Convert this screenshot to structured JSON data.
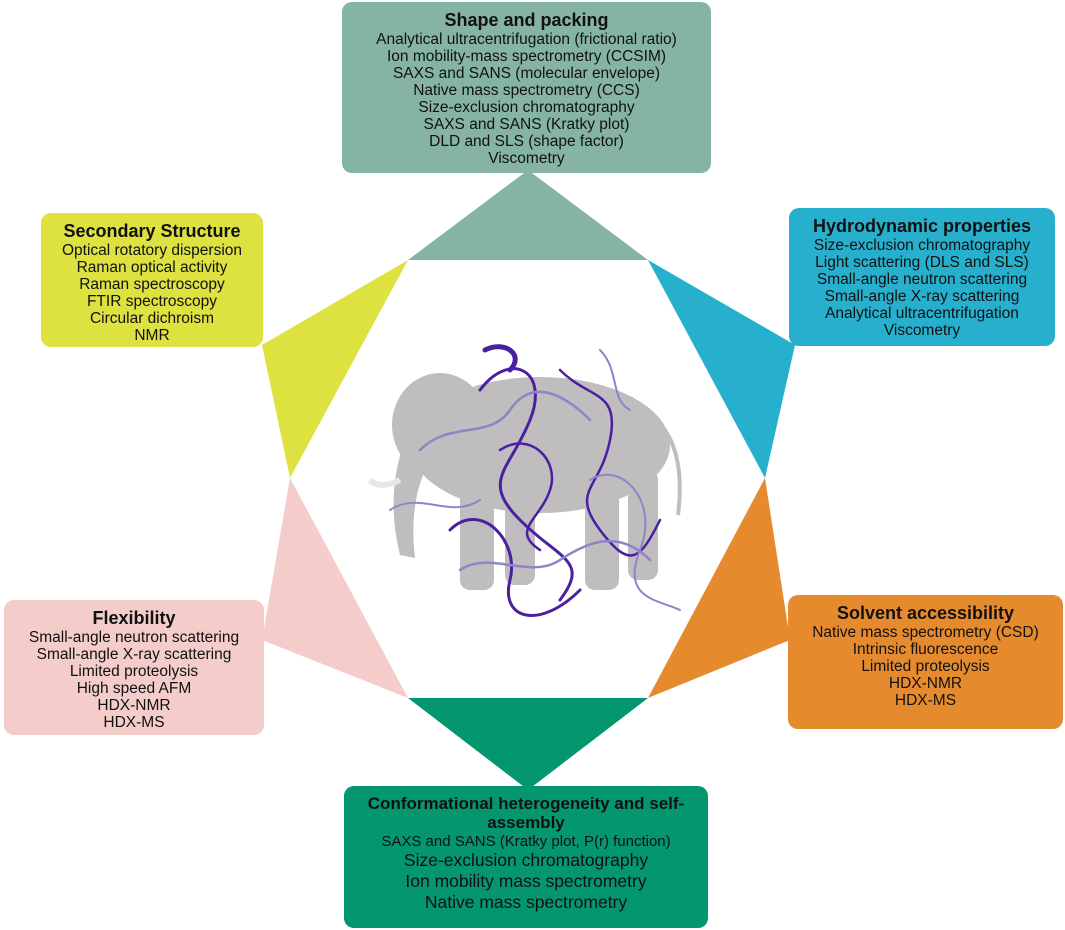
{
  "colors": {
    "shape": "#85b4a7",
    "secondary": "#dde241",
    "hydro": "#27b0ce",
    "flex": "#f4cdca",
    "solvent": "#e68a2e",
    "conf": "#03966f",
    "elephant": "#b4b2b2",
    "protein_dark": "#4a1fa0",
    "protein_light": "#8e84c9"
  },
  "center_image": {
    "icon": "elephant-icon"
  },
  "boxes": {
    "shape": {
      "title": "Shape and packing",
      "items": [
        "Analytical ultracentrifugation (frictional ratio)",
        "Ion mobility-mass spectrometry (CCSIM)",
        "SAXS and SANS (molecular envelope)",
        "Native mass spectrometry (CCS)",
        "Size-exclusion chromatography",
        "SAXS and SANS (Kratky plot)",
        "DLD and SLS (shape factor)",
        "Viscometry"
      ]
    },
    "secondary": {
      "title": "Secondary Structure",
      "items": [
        "Optical rotatory dispersion",
        "Raman optical activity",
        "Raman spectroscopy",
        "FTIR spectroscopy",
        "Circular dichroism",
        "NMR"
      ]
    },
    "hydro": {
      "title": "Hydrodynamic properties",
      "items": [
        "Size-exclusion chromatography",
        "Light scattering (DLS and SLS)",
        "Small-angle neutron scattering",
        "Small-angle X-ray scattering",
        "Analytical ultracentrifugation",
        "Viscometry"
      ]
    },
    "flex": {
      "title": "Flexibility",
      "items": [
        "Small-angle neutron scattering",
        "Small-angle X-ray scattering",
        "Limited proteolysis",
        "High speed AFM",
        "HDX-NMR",
        "HDX-MS"
      ]
    },
    "solvent": {
      "title": "Solvent accessibility",
      "items": [
        "Native mass spectrometry (CSD)",
        "Intrinsic fluorescence",
        "Limited proteolysis",
        "HDX-NMR",
        "HDX-MS"
      ]
    },
    "conf": {
      "title": "Conformational heterogeneity and self-assembly",
      "items": [
        "SAXS and SANS (Kratky plot, P(r) function)",
        "Size-exclusion chromatography",
        "Ion mobility mass spectrometry",
        "Native mass spectrometry"
      ]
    }
  }
}
